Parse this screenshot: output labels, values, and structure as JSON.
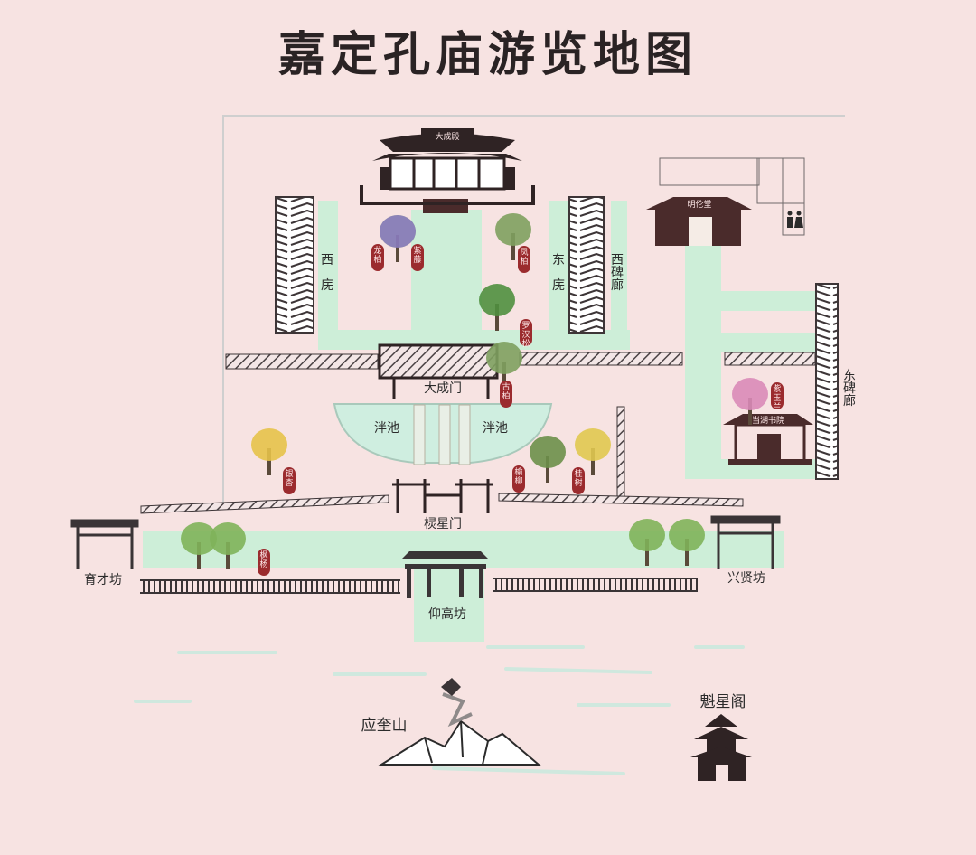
{
  "title": "嘉定孔庙游览地图",
  "colors": {
    "background": "#f7e3e2",
    "path": "#cdeed8",
    "pond": "#cfeee0",
    "building": "#4a2b2b",
    "tag": "#9b2b2e",
    "fence": "#3a3436"
  },
  "labels": {
    "dacheng_hall": "大成殿",
    "minglun_hall": "明伦堂",
    "west_wing": "西庑",
    "east_wing": "东庑",
    "west_stele_corridor": "西碑廊",
    "east_stele_corridor": "东碑廊",
    "dacheng_gate": "大成门",
    "pond_left": "泮池",
    "pond_right": "泮池",
    "lingxing_gate": "棂星门",
    "yucai_arch": "育才坊",
    "xingxian_arch": "兴贤坊",
    "yanggao_arch": "仰高坊",
    "dangfu_academy": "当湖书院",
    "yingkui_hill": "应奎山",
    "kuixing_pavilion": "魁星阁"
  },
  "trees": [
    {
      "id": "longbai",
      "label": "龙柏"
    },
    {
      "id": "ziteng",
      "label": "紫藤"
    },
    {
      "id": "fengbai",
      "label": "凤柏"
    },
    {
      "id": "luohansong",
      "label": "罗汉松"
    },
    {
      "id": "gubai",
      "label": "古柏"
    },
    {
      "id": "yinxing",
      "label": "银杏"
    },
    {
      "id": "yuliu",
      "label": "榆柳"
    },
    {
      "id": "guishu",
      "label": "桂树"
    },
    {
      "id": "fengyang",
      "label": "枫杨"
    },
    {
      "id": "zimulan",
      "label": "紫玉兰"
    }
  ],
  "icons": [
    "restroom-icon"
  ]
}
